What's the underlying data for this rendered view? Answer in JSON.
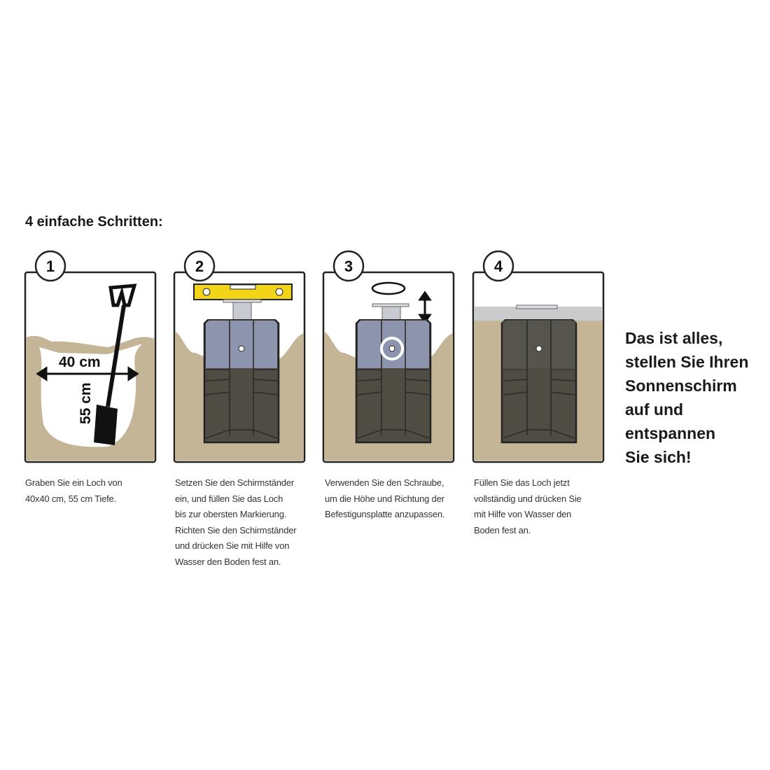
{
  "title": "4 einfache Schritten:",
  "steps": [
    {
      "number": "1",
      "caption": [
        "Graben Sie ein Loch von",
        "40x40 cm, 55 cm Tiefe."
      ],
      "width_label": "40 cm",
      "depth_label": "55 cm"
    },
    {
      "number": "2",
      "caption": [
        "Setzen Sie den Schirmständer",
        "ein, und füllen Sie das Loch",
        "bis zur obersten Markierung.",
        "Richten Sie den Schirmständer",
        "und drücken Sie mit Hilfe von",
        "Wasser den Boden fest an."
      ]
    },
    {
      "number": "3",
      "caption": [
        "Verwenden Sie den Schraube,",
        "um die Höhe und Richtung der",
        "Befestigunsplatte anzupassen."
      ]
    },
    {
      "number": "4",
      "caption": [
        "Füllen Sie das Loch jetzt",
        "vollständig und drücken Sie",
        "mit Hilfe von Wasser den",
        "Boden fest an."
      ]
    }
  ],
  "final_message": [
    "Das ist alles,",
    "stellen Sie Ihren",
    "Sonnenschirm",
    "auf und",
    "entspannen",
    "Sie sich!"
  ],
  "colors": {
    "sand": "#c4b597",
    "stand_blue": "#8c95ad",
    "stand_dark": "#4f4c43",
    "level_yellow": "#f2d419",
    "paving": "#c9cbcd"
  }
}
